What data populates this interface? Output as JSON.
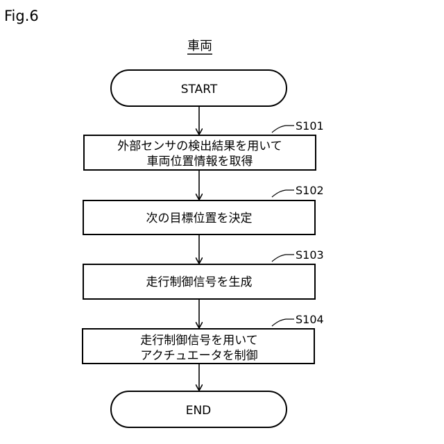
{
  "figure_label": "Fig.6",
  "title": "車両",
  "nodes": {
    "start": {
      "text": "START"
    },
    "s101": {
      "step": "S101",
      "lines": [
        "外部センサの検出結果を用いて",
        "車両位置情報を取得"
      ]
    },
    "s102": {
      "step": "S102",
      "lines": [
        "次の目標位置を決定"
      ]
    },
    "s103": {
      "step": "S103",
      "lines": [
        "走行制御信号を生成"
      ]
    },
    "s104": {
      "step": "S104",
      "lines": [
        "走行制御信号を用いて",
        "アクチュエータを制御"
      ]
    },
    "end": {
      "text": "END"
    }
  }
}
